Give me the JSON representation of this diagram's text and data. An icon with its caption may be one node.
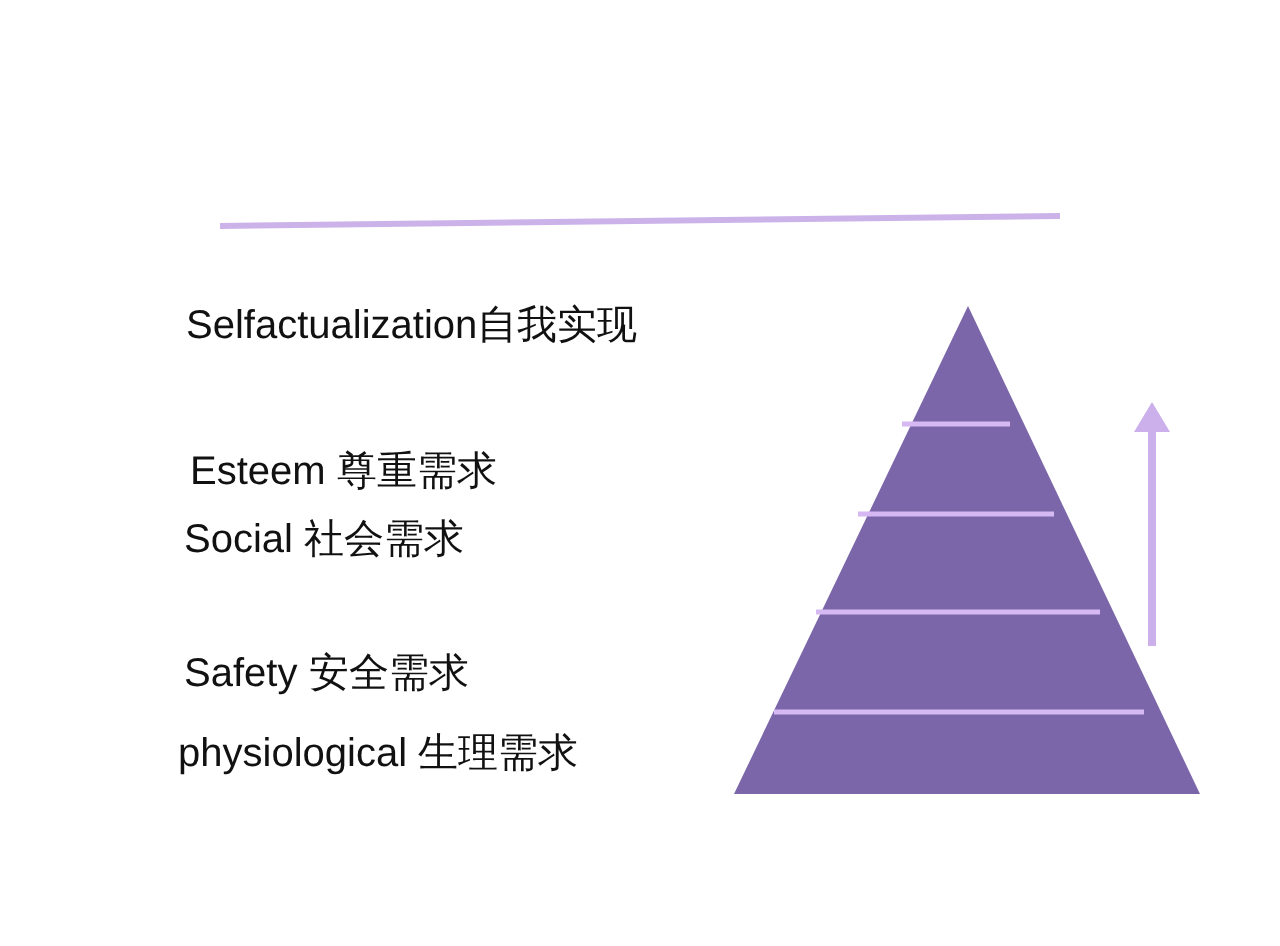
{
  "diagram": {
    "labels": [
      "Selfactualization自我实现",
      "Esteem 尊重需求",
      "Social 社会需求",
      "Safety 安全需求",
      "physiological 生理需求"
    ]
  }
}
